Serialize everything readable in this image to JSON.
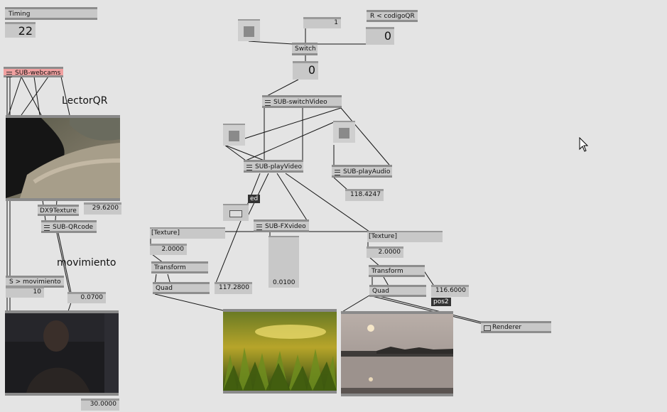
{
  "labels": {
    "lector_qr": "LectorQR",
    "movimiento": "movimiento"
  },
  "nodes": {
    "timing": "Timing",
    "sub_webcams": "SUB-webcams",
    "dx9texture": "DX9Texture",
    "sub_qrcode": "SUB-QRcode",
    "s_movimiento": "S > movimiento",
    "switch": "Switch",
    "r_codigoqr": "R < codigoQR",
    "sub_switchvideo": "SUB-switchVideo",
    "sub_playvideo": "SUB-playVideo",
    "sub_playaudio": "SUB-playAudio",
    "sub_fxvideo": "SUB-FXvideo",
    "texture_left": "[Texture]",
    "texture_right": "[Texture]",
    "transform_left": "Transform",
    "transform_right": "Transform",
    "quad_left": "Quad",
    "quad_right": "Quad",
    "renderer": "Renderer"
  },
  "values": {
    "timing_value": "22",
    "texture_value": "29.6200",
    "movimiento_value": "10",
    "qr_value": "0.0700",
    "webcam_bottom_value": "30.0000",
    "one_value": "1",
    "switch_output": "0",
    "codigo_value": "0",
    "audio_value": "118.4247",
    "scale_left": "2.0000",
    "quad_left_value": "117.2800",
    "fx_value": "0.0100",
    "scale_right": "2.0000",
    "quad_right_value": "116.6000"
  },
  "tags": {
    "ed": "ed",
    "pos2": "pos2"
  }
}
